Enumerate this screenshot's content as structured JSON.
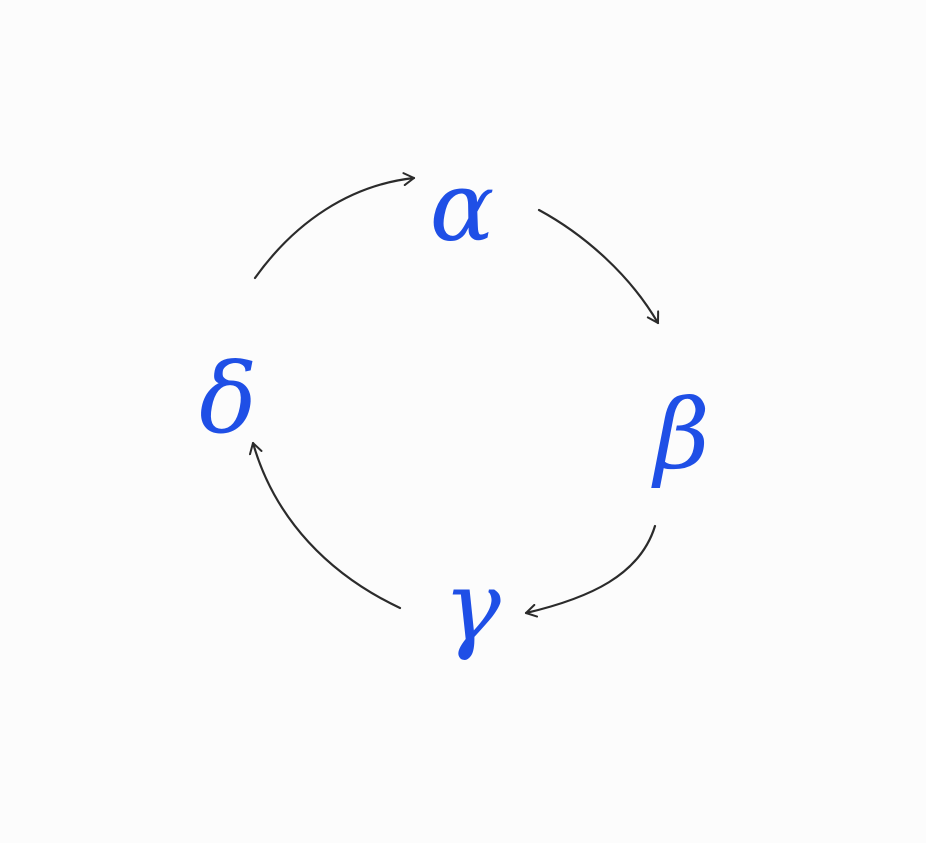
{
  "nodes": [
    {
      "id": "alpha",
      "label": "α"
    },
    {
      "id": "beta",
      "label": "β"
    },
    {
      "id": "gamma",
      "label": "γ"
    },
    {
      "id": "delta",
      "label": "δ"
    }
  ],
  "edges": [
    {
      "from": "alpha",
      "to": "beta"
    },
    {
      "from": "beta",
      "to": "gamma"
    },
    {
      "from": "gamma",
      "to": "delta"
    },
    {
      "from": "delta",
      "to": "alpha"
    }
  ],
  "colors": {
    "background": "#fcfcfc",
    "node_text": "#1f4fe6",
    "arrow": "#2b2b2b"
  }
}
